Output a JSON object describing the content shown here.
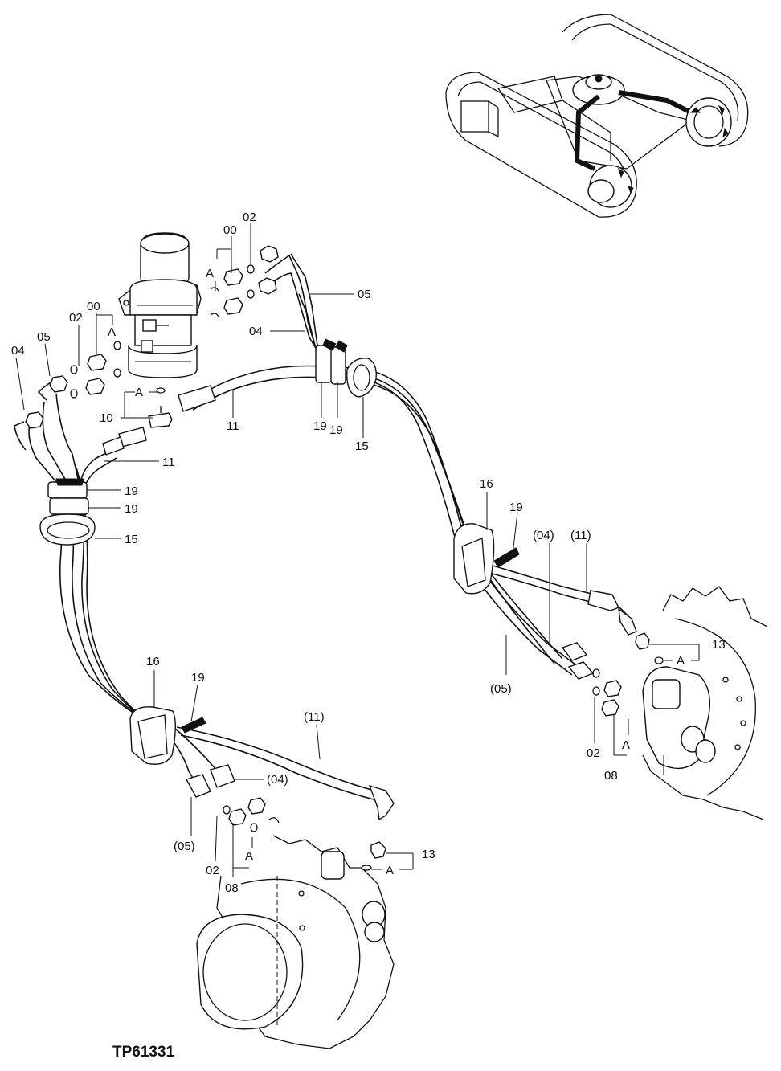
{
  "figure_id": "TP61331",
  "callouts": {
    "c00a": "00",
    "c02a": "02",
    "cAa": "A",
    "c05a": "05",
    "c04a": "04",
    "c04b": "04",
    "c05b": "05",
    "c02b": "02",
    "c00b": "00",
    "cAb": "A",
    "cAc": "A",
    "c10": "10",
    "c11a": "11",
    "c11b": "11",
    "c19a": "19",
    "c19b": "19",
    "c15a": "15",
    "c19c": "19",
    "c19d": "19",
    "c15b": "15",
    "c16a": "16",
    "c19e": "19",
    "c04p": "(04)",
    "c11p": "(11)",
    "c13a": "13",
    "cAd": "A",
    "c05p": "(05)",
    "c02c": "02",
    "cAe": "A",
    "c08a": "08",
    "c16b": "16",
    "c19f": "19",
    "c11p2": "(11)",
    "c04p2": "(04)",
    "c05p2": "(05)",
    "c02d": "02",
    "c08b": "08",
    "cAf": "A",
    "c13b": "13",
    "cAg": "A"
  }
}
